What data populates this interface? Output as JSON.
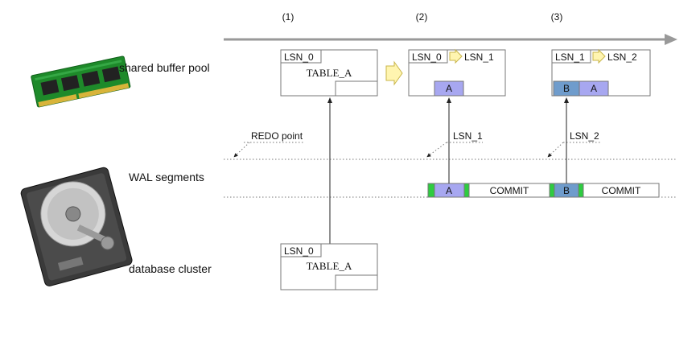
{
  "steps": [
    "(1)",
    "(2)",
    "(3)"
  ],
  "rows": {
    "shared_buffer_pool": "shared buffer pool",
    "wal_segments": "WAL segments",
    "database_cluster": "database cluster"
  },
  "redo_point": "REDO point",
  "buffer_step1": {
    "lsn": "LSN_0",
    "table": "TABLE_A"
  },
  "buffer_step2": {
    "lsn_old": "LSN_0",
    "lsn_new": "LSN_1",
    "cells": [
      "A"
    ]
  },
  "buffer_step3": {
    "lsn_old": "LSN_1",
    "lsn_new": "LSN_2",
    "cells": [
      "B",
      "A"
    ]
  },
  "wal_pointers": [
    "LSN_1",
    "LSN_2"
  ],
  "wal_records": [
    "A",
    "COMMIT",
    "B",
    "COMMIT"
  ],
  "disk_page": {
    "lsn": "LSN_0",
    "table": "TABLE_A"
  },
  "colors": {
    "record_a": "#a7a7f0",
    "record_b": "#6f9ccc",
    "record_edge": "#2ecc40",
    "hint_arrow": "#fff5b0",
    "hint_arrow_stroke": "#c9b54a"
  },
  "icons": {
    "memory": "ram-module-icon",
    "disk": "hard-disk-icon"
  }
}
